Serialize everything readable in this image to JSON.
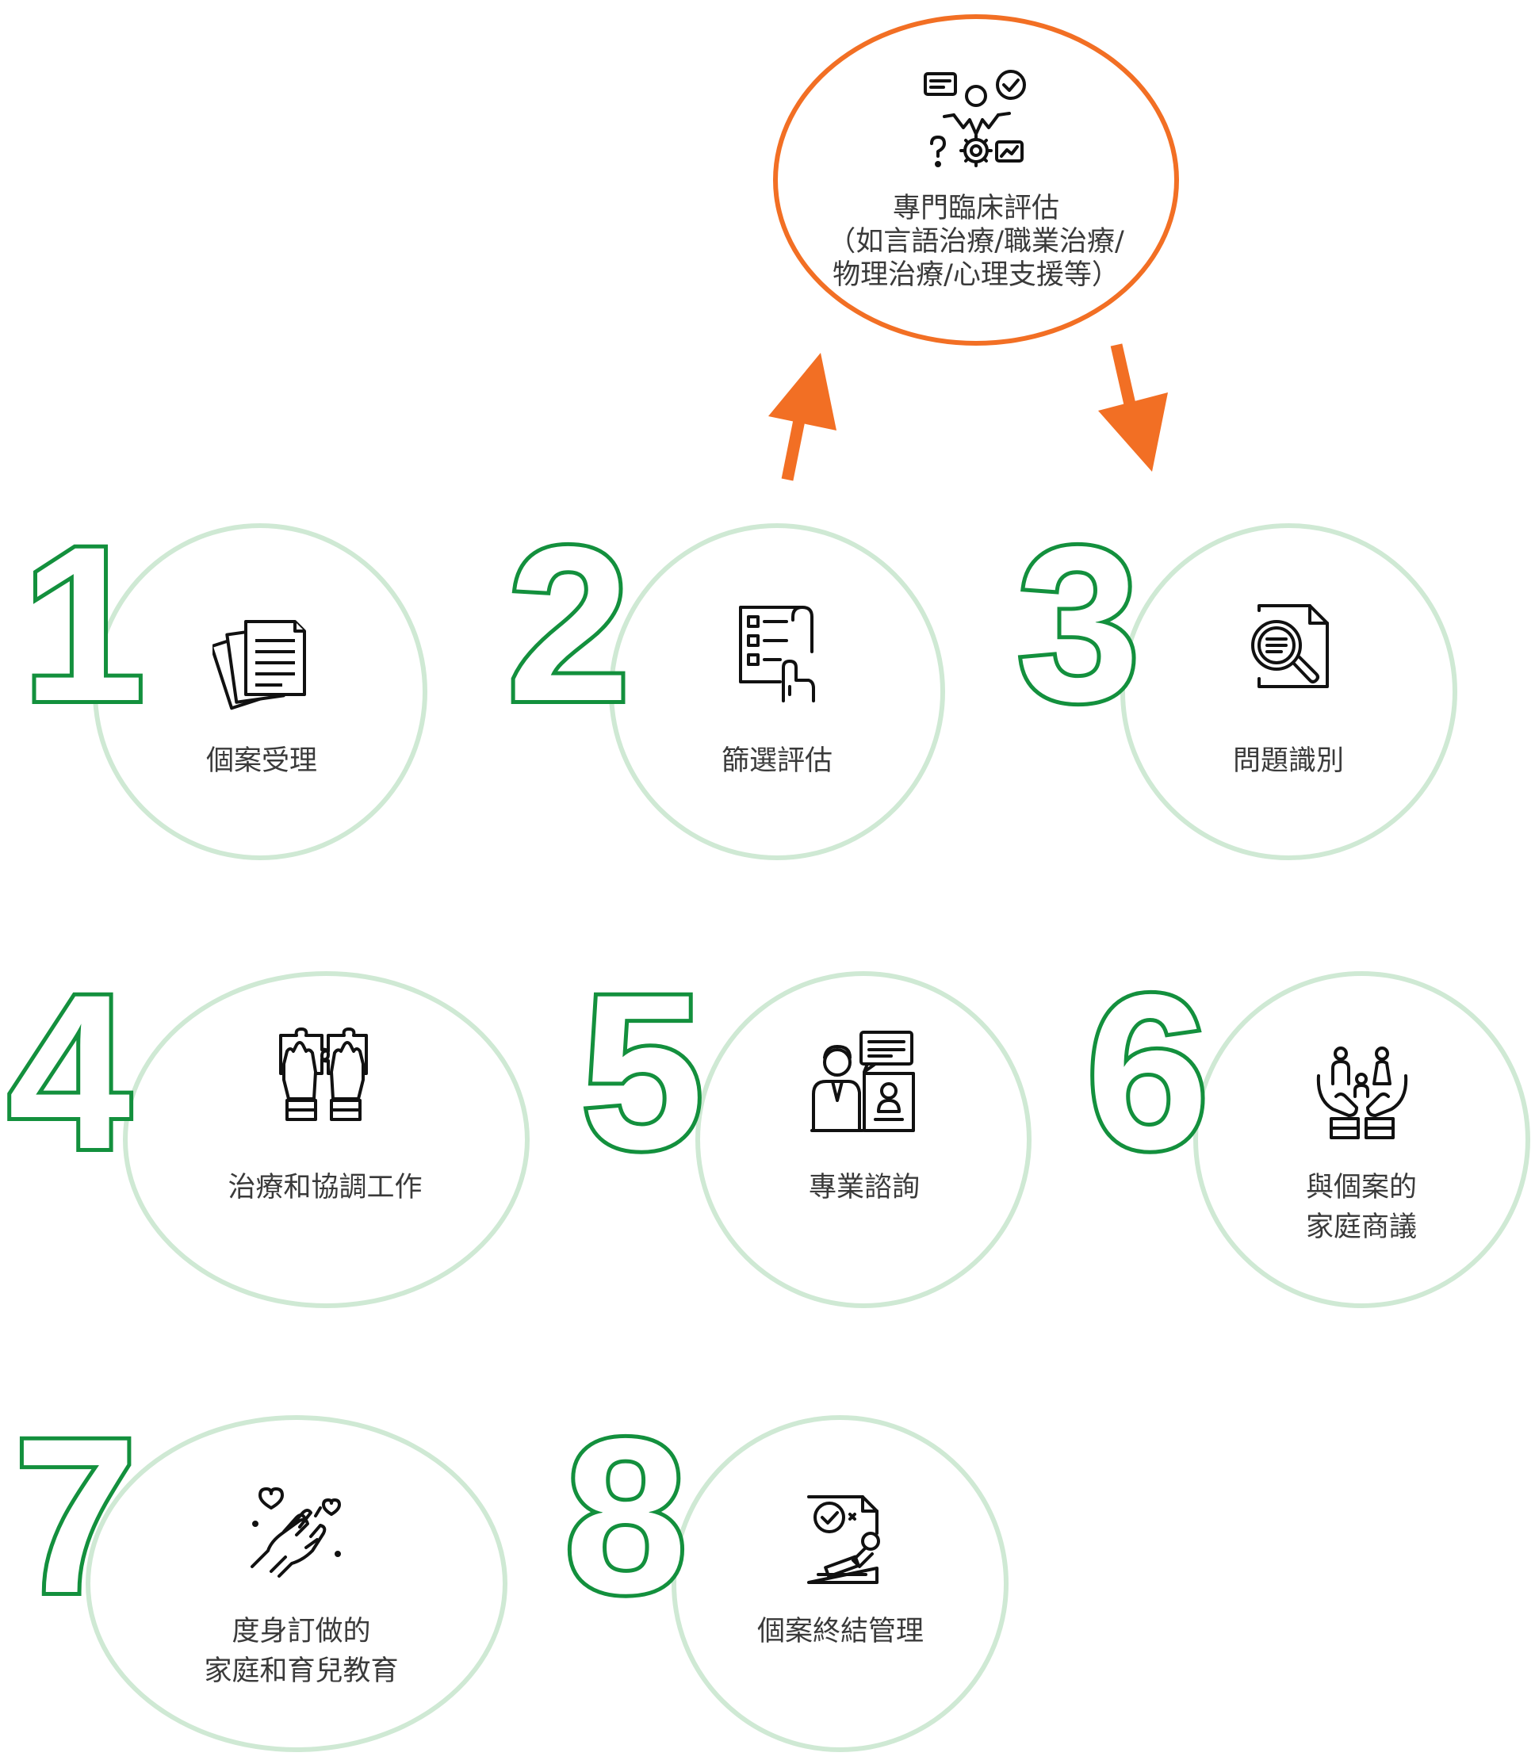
{
  "top_node": {
    "title": "專門臨床評估",
    "lines": [
      "（如言語治療/職業治療/",
      "物理治療/心理支援等）"
    ],
    "icon": "specialist-assessment-icon"
  },
  "colors": {
    "accent_orange": "#f26f24",
    "number_green": "#13903d",
    "circle_border": "#cfe9d4"
  },
  "steps": [
    {
      "number": "1",
      "label": "個案受理",
      "icon": "documents-icon"
    },
    {
      "number": "2",
      "label": "篩選評估",
      "icon": "checklist-icon"
    },
    {
      "number": "3",
      "label": "問題識別",
      "icon": "document-search-icon"
    },
    {
      "number": "4",
      "label": "治療和協調工作",
      "icon": "puzzle-hands-icon"
    },
    {
      "number": "5",
      "label": "專業諮詢",
      "icon": "consultant-icon"
    },
    {
      "number": "6",
      "label": "與個案的\n家庭商議",
      "icon": "family-hands-icon"
    },
    {
      "number": "7",
      "label": "度身訂做的\n家庭和育兒教育",
      "icon": "caring-hands-icon"
    },
    {
      "number": "8",
      "label": "個案終結管理",
      "icon": "approved-stamp-icon"
    }
  ]
}
